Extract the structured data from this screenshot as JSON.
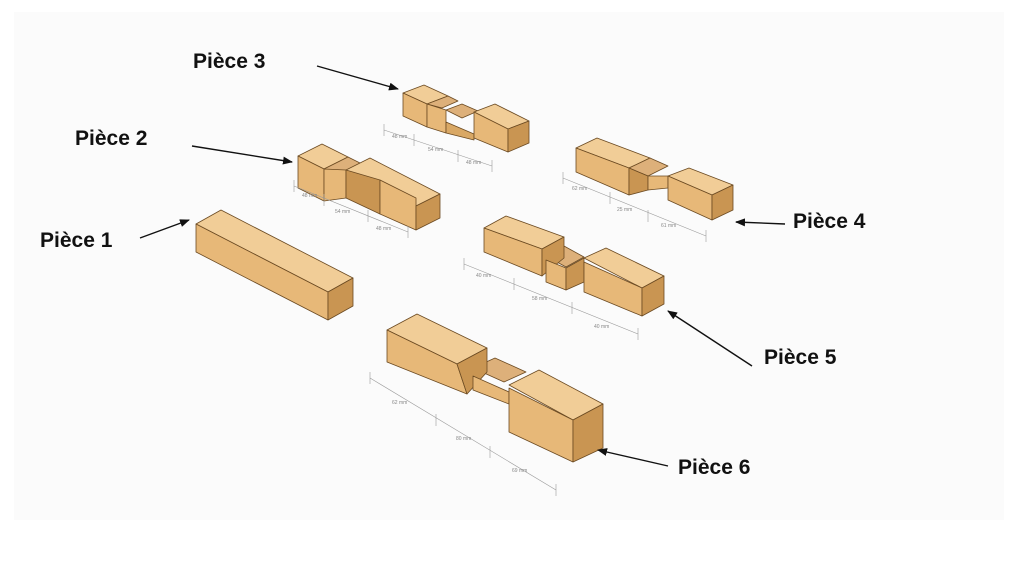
{
  "labels": {
    "piece1": "Pièce 1",
    "piece2": "Pièce 2",
    "piece3": "Pièce 3",
    "piece4": "Pièce 4",
    "piece5": "Pièce 5",
    "piece6": "Pièce 6"
  },
  "colors": {
    "wood_top": "#F1CD97",
    "wood_front": "#E7B878",
    "wood_side": "#C99552",
    "edge": "#6b4a22"
  }
}
